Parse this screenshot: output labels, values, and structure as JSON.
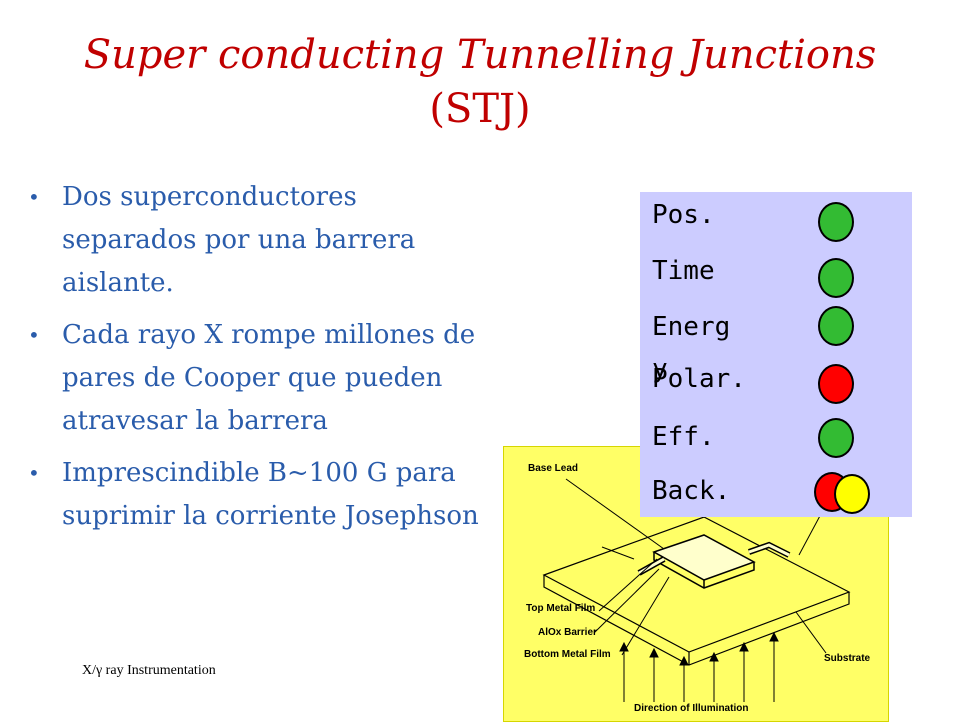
{
  "slide": {
    "title_line1": "Super conducting Tunnelling Junctions",
    "title_line2": "(STJ)",
    "bullets": [
      "Dos superconductores separados por una barrera aislante.",
      "Cada rayo X rompe millones de pares de Cooper que pueden atravesar la barrera",
      "Imprescindible B~100 G para suprimir la corriente Josephson"
    ],
    "footer": "X/γ ray Instrumentation"
  },
  "figure": {
    "labels": {
      "base_lead": "Base Lead",
      "top_metal_film": "Top Metal Film",
      "alox_barrier": "AlOx Barrier",
      "bottom_metal_film": "Bottom Metal Film",
      "substrate": "Substrate",
      "direction": "Direction of Illumination"
    }
  },
  "status_panel": {
    "items": [
      {
        "label": "Pos.",
        "color": "#33bb33"
      },
      {
        "label": "Time",
        "color": "#33bb33"
      },
      {
        "label": "Energ",
        "color": "#33bb33"
      },
      {
        "label": "y",
        "color": "#ff0000"
      },
      {
        "label": "Polar.",
        "color": "#ff0000"
      },
      {
        "label": "Eff.",
        "color": "#33bb33"
      },
      {
        "label": "Back.",
        "color": "#ff0000",
        "overlay_color": "#ffff00"
      }
    ]
  }
}
